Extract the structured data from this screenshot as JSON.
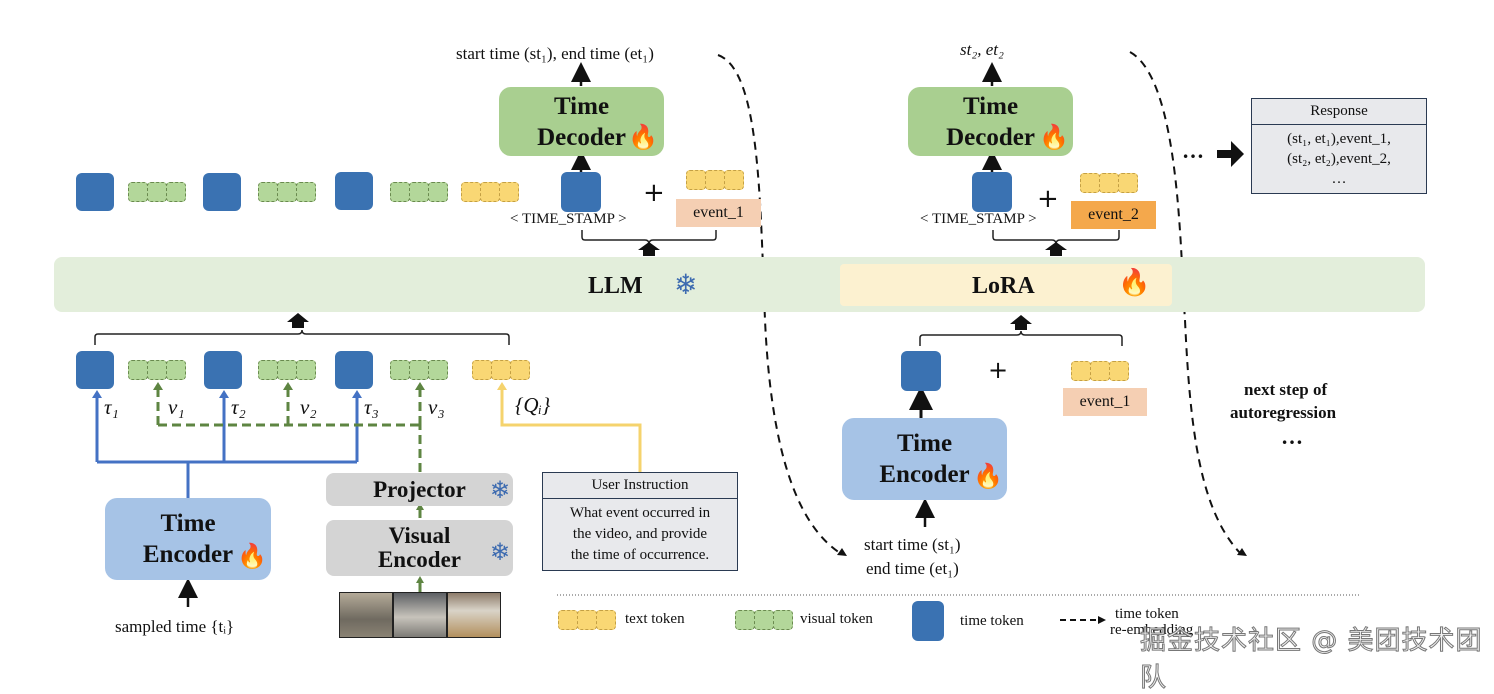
{
  "colors": {
    "time_token": "#3a72b2",
    "visual_token": "#b3d79a",
    "text_token": "#f9d774",
    "decoder": "#a9cf90",
    "encoder": "#a6c3e6",
    "llm_bar": "#e3eedb",
    "lora": "#fcf1d0",
    "event_1": "#f5cfb3",
    "event_2": "#f4a84c",
    "fire": "#ef6a4f",
    "snowflake": "#3d6bb0"
  },
  "top_left": {
    "output_label": "start time (st₁), end time (et₁)",
    "decoder_line1": "Time",
    "decoder_line2": "Decoder",
    "timestamp_label": "< TIME_STAMP >",
    "event_label": "event_1",
    "plus": "+"
  },
  "top_right": {
    "output_label": "st₂, et₂",
    "decoder_line1": "Time",
    "decoder_line2": "Decoder",
    "timestamp_label": "< TIME_STAMP >",
    "event_label": "event_2",
    "plus": "+"
  },
  "response": {
    "ellipsis": "…",
    "header": "Response",
    "lines": [
      "(st₁, et₁),event_1,",
      "(st₂, et₂),event_2,",
      "…"
    ]
  },
  "llm": {
    "label": "LLM",
    "lora_label": "LoRA"
  },
  "input_sequence": {
    "labels": [
      "τ₁",
      "v₁",
      "τ₂",
      "v₂",
      "τ₃",
      "v₃",
      "{Qᵢ}"
    ]
  },
  "left_encoder": {
    "line1": "Time",
    "line2": "Encoder",
    "input_label": "sampled time {tᵢ}"
  },
  "visual_branch": {
    "projector": "Projector",
    "visual_line1": "Visual",
    "visual_line2": "Encoder"
  },
  "user_instruction": {
    "header": "User Instruction",
    "body": [
      "What event occurred in",
      "the video, and provide",
      "the time of occurrence."
    ]
  },
  "right_encoder": {
    "line1": "Time",
    "line2": "Encoder",
    "event_label": "event_1",
    "plus": "+",
    "input_line1": "start time (st₁)",
    "input_line2": "end time (et₁)"
  },
  "next_step": {
    "line1": "next step of",
    "line2": "autoregression",
    "ellipsis": "…"
  },
  "legend": {
    "text_token": "text token",
    "visual_token": "visual token",
    "time_token": "time token",
    "reembed_line1": "time token",
    "reembed_line2": "re-embedding"
  },
  "watermark": "掘金技术社区 @ 美团技术团队"
}
